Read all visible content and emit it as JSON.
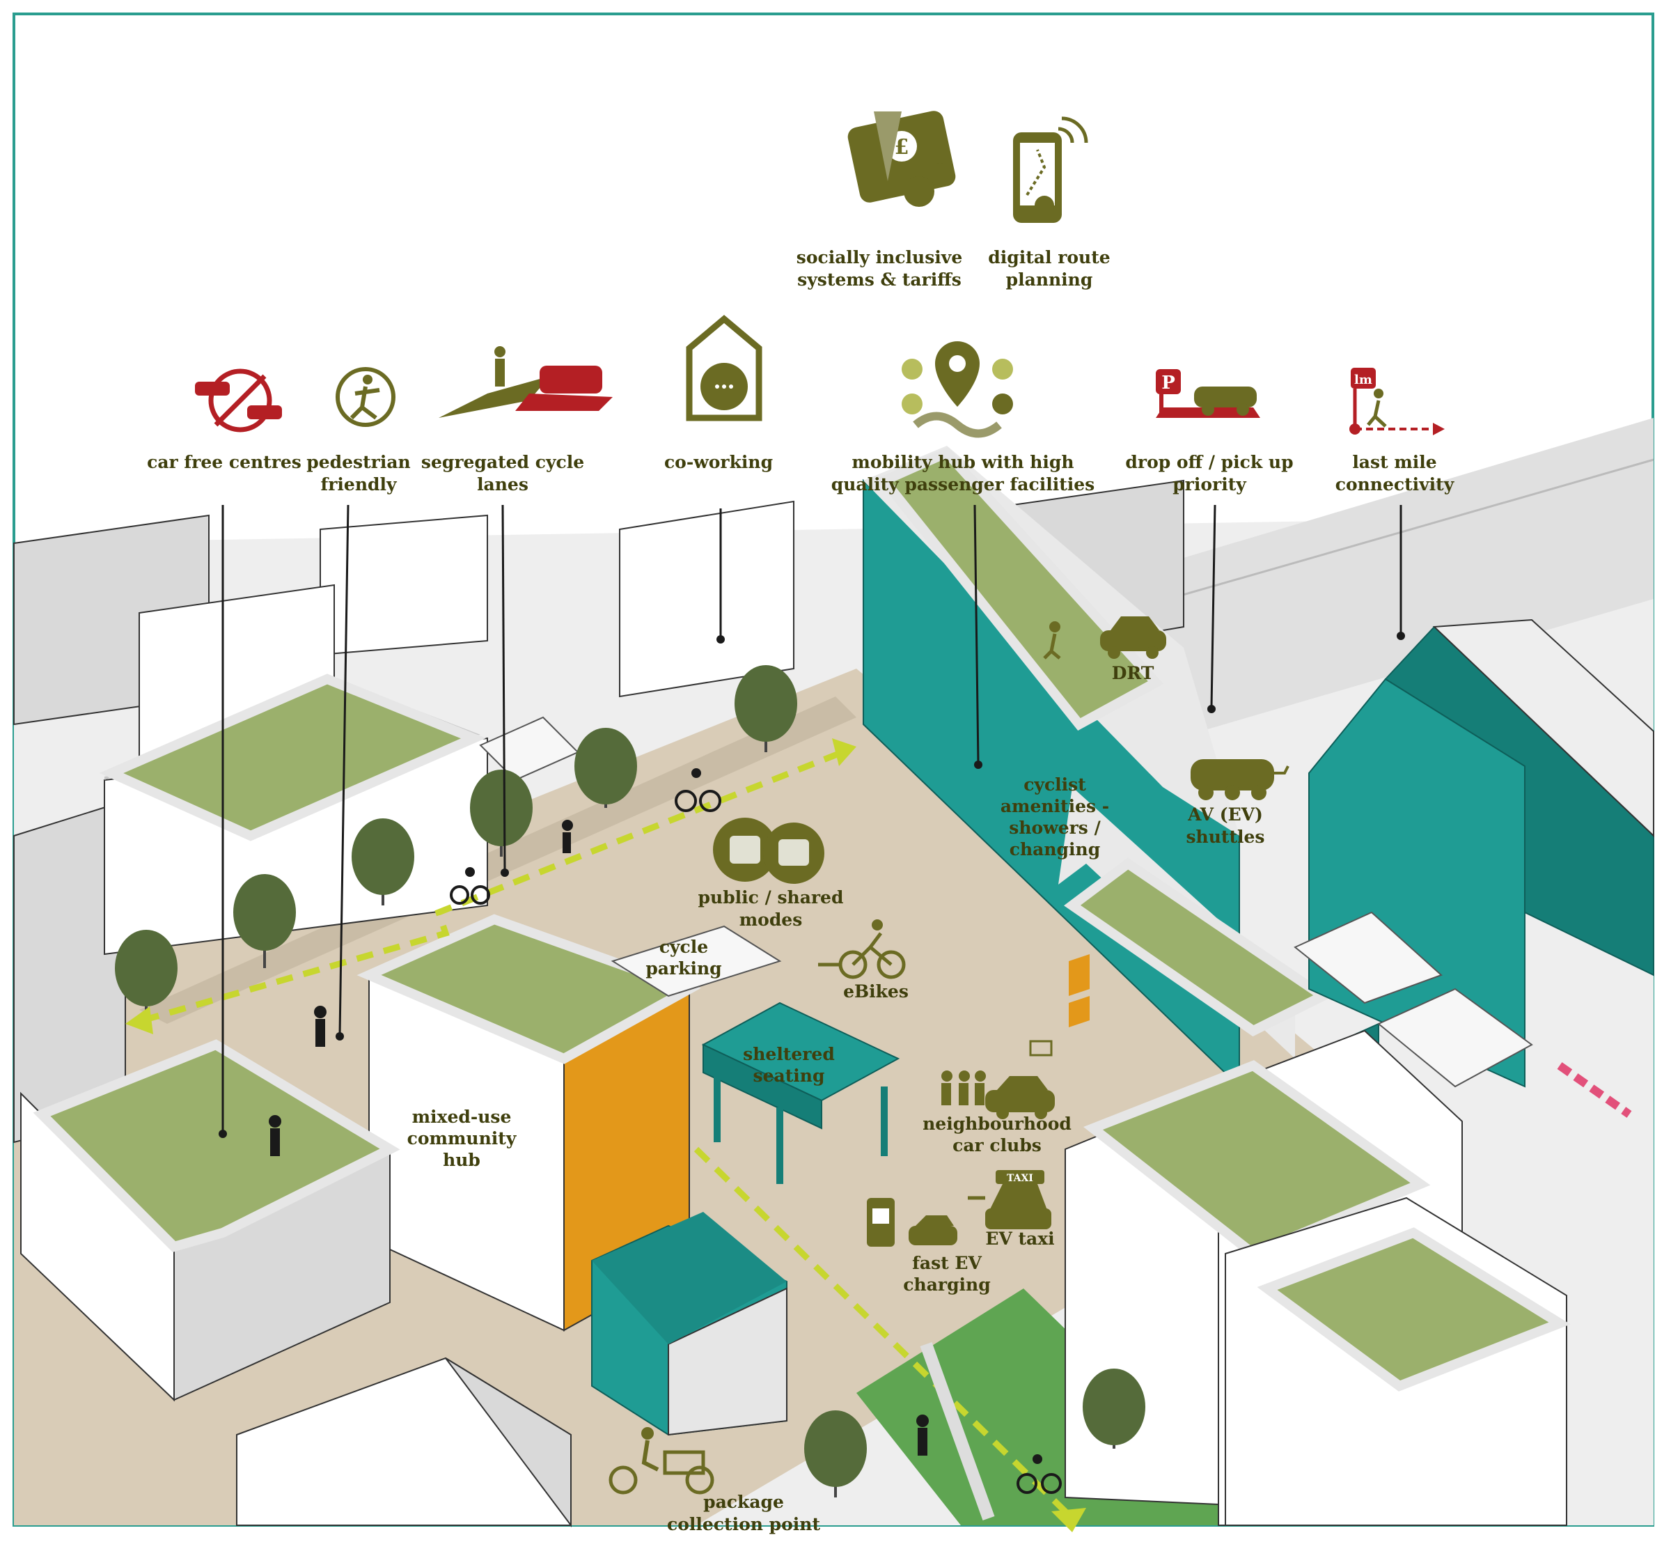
{
  "top_icons": [
    {
      "id": "socially-inclusive",
      "label_lines": [
        "socially inclusive",
        "systems & tariffs"
      ]
    },
    {
      "id": "digital-route",
      "label_lines": [
        "digital route",
        "planning"
      ]
    }
  ],
  "feature_icons": [
    {
      "id": "car-free",
      "label_lines": [
        "car free centres"
      ]
    },
    {
      "id": "pedestrian",
      "label_lines": [
        "pedestrian",
        "friendly"
      ]
    },
    {
      "id": "cycle-lanes",
      "label_lines": [
        "segregated cycle",
        "lanes"
      ]
    },
    {
      "id": "co-working",
      "label_lines": [
        "co-working"
      ]
    },
    {
      "id": "mobility-hub",
      "label_lines": [
        "mobility hub with high",
        "quality passenger facilities"
      ]
    },
    {
      "id": "drop-off",
      "label_lines": [
        "drop off / pick up",
        "priority"
      ]
    },
    {
      "id": "last-mile",
      "label_lines": [
        "last mile",
        "connectivity"
      ]
    }
  ],
  "scene_labels": {
    "drt": [
      "DRT"
    ],
    "av_shuttles": [
      "AV (EV)",
      "shuttles"
    ],
    "cyclist_amenities": [
      "cyclist",
      "amenities -",
      "showers /",
      "changing"
    ],
    "public_modes": [
      "public / shared",
      "modes"
    ],
    "cycle_parking": [
      "cycle",
      "parking"
    ],
    "ebikes": [
      "eBikes"
    ],
    "sheltered_seating": [
      "sheltered",
      "seating"
    ],
    "mixed_use": [
      "mixed-use",
      "community",
      "hub"
    ],
    "car_clubs": [
      "neighbourhood",
      "car clubs"
    ],
    "ev_taxi": [
      "EV taxi"
    ],
    "fast_ev": [
      "fast EV",
      "charging"
    ],
    "package": [
      "package",
      "collection point"
    ]
  },
  "icon_glyphs": {
    "pound": "£",
    "p": "P",
    "lm": "lm",
    "taxi": "TAXI"
  },
  "colors": {
    "frame": "#2a9d8f",
    "label": "#3f3f0d",
    "icon_olive": "#6b6b23",
    "icon_red": "#b41f24",
    "teal": "#1f9c94",
    "roof_green": "#9bb06c",
    "route": "#c7d62f",
    "orange": "#e3981a",
    "pink": "#e2507a"
  }
}
